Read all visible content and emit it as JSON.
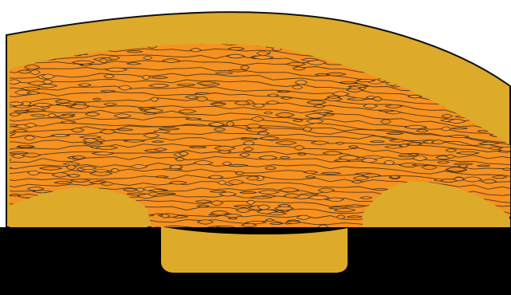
{
  "figure": {
    "colors": {
      "background": "#ffffff",
      "outer_layer": "#DDAA2A",
      "mesh_fill": "#F7911F",
      "mesh_line": "#2f2a26",
      "base": "#000000",
      "outline": "#111111"
    },
    "regions": [
      {
        "name": "outer-mustard-layer",
        "color": "outer_layer"
      },
      {
        "name": "orange-cell-mesh",
        "color": "mesh_fill"
      },
      {
        "name": "left-mustard-bump",
        "color": "outer_layer"
      },
      {
        "name": "right-mustard-bump",
        "color": "outer_layer"
      },
      {
        "name": "center-mustard-plug",
        "color": "outer_layer"
      },
      {
        "name": "black-base",
        "color": "base"
      }
    ]
  }
}
